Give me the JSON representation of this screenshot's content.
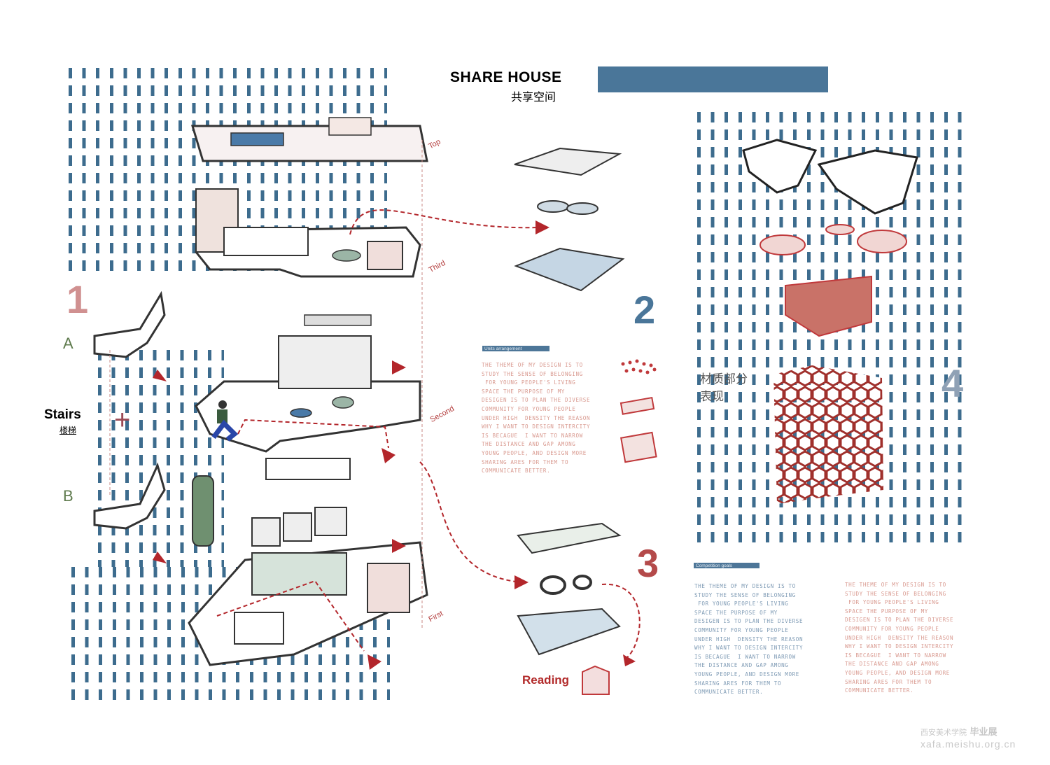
{
  "header": {
    "title": "SHARE HOUSE",
    "subtitle": "共享空间",
    "accent": "#4a7699"
  },
  "floors": [
    "Top",
    "Third",
    "Second",
    "First"
  ],
  "section_numbers": [
    "1",
    "2",
    "3",
    "4"
  ],
  "stairs": {
    "label": "Stairs",
    "label_cn": "楼梯",
    "option_a": "A",
    "option_b": "B",
    "plus": "+"
  },
  "reading_label": "Reading",
  "materials_label": [
    "材质部分",
    "表现"
  ],
  "units": {
    "tag": "Units arrangement",
    "text": "THE THEME OF MY DESIGN IS TO\nSTUDY THE SENSE OF BELONGING\n FOR YOUNG PEOPLE'S LIVING\nSPACE THE PURPOSE OF MY\nDESIGEN IS TO PLAN THE DIVERSE\nCOMMUNITY FOR YOUNG PEOPLE\nUNDER HIGH  DENSITY THE REASON\nWHY I WANT TO DESIGN INTERCITY\nIS BECAGUE  I WANT TO NARROW\nTHE DISTANCE AND GAP AMONG\nYOUNG PEOPLE, AND DESIGN MORE\nSHARING ARES FOR THEM TO\nCOMMUNICATE BETTER."
  },
  "goals": {
    "tag": "Competition goals",
    "text_blue": "THE THEME OF MY DESIGN IS TO\nSTUDY THE SENSE OF BELONGING\n FOR YOUNG PEOPLE'S LIVING\nSPACE THE PURPOSE OF MY\nDESIGEN IS TO PLAN THE DIVERSE\nCOMMUNITY FOR YOUNG PEOPLE\nUNDER HIGH  DENSITY THE REASON\nWHY I WANT TO DESIGN INTERCITY\nIS BECAGUE  I WANT TO NARROW\nTHE DISTANCE AND GAP AMONG\nYOUNG PEOPLE, AND DESIGN MORE\nSHARING ARES FOR THEM TO\nCOMMUNICATE BETTER.",
    "text_red": "THE THEME OF MY DESIGN IS TO\nSTUDY THE SENSE OF BELONGING\n FOR YOUNG PEOPLE'S LIVING\nSPACE THE PURPOSE OF MY\nDESIGEN IS TO PLAN THE DIVERSE\nCOMMUNITY FOR YOUNG PEOPLE\nUNDER HIGH  DENSITY THE REASON\nWHY I WANT TO DESIGN INTERCITY\nIS BECAGUE  I WANT TO NARROW\nTHE DISTANCE AND GAP AMONG\nYOUNG PEOPLE, AND DESIGN MORE\nSHARING ARES FOR THEM TO\nCOMMUNICATE BETTER."
  },
  "watermark": {
    "school": "西安美术学院",
    "event": "毕业展",
    "url": "xafa.meishu.org.cn"
  }
}
